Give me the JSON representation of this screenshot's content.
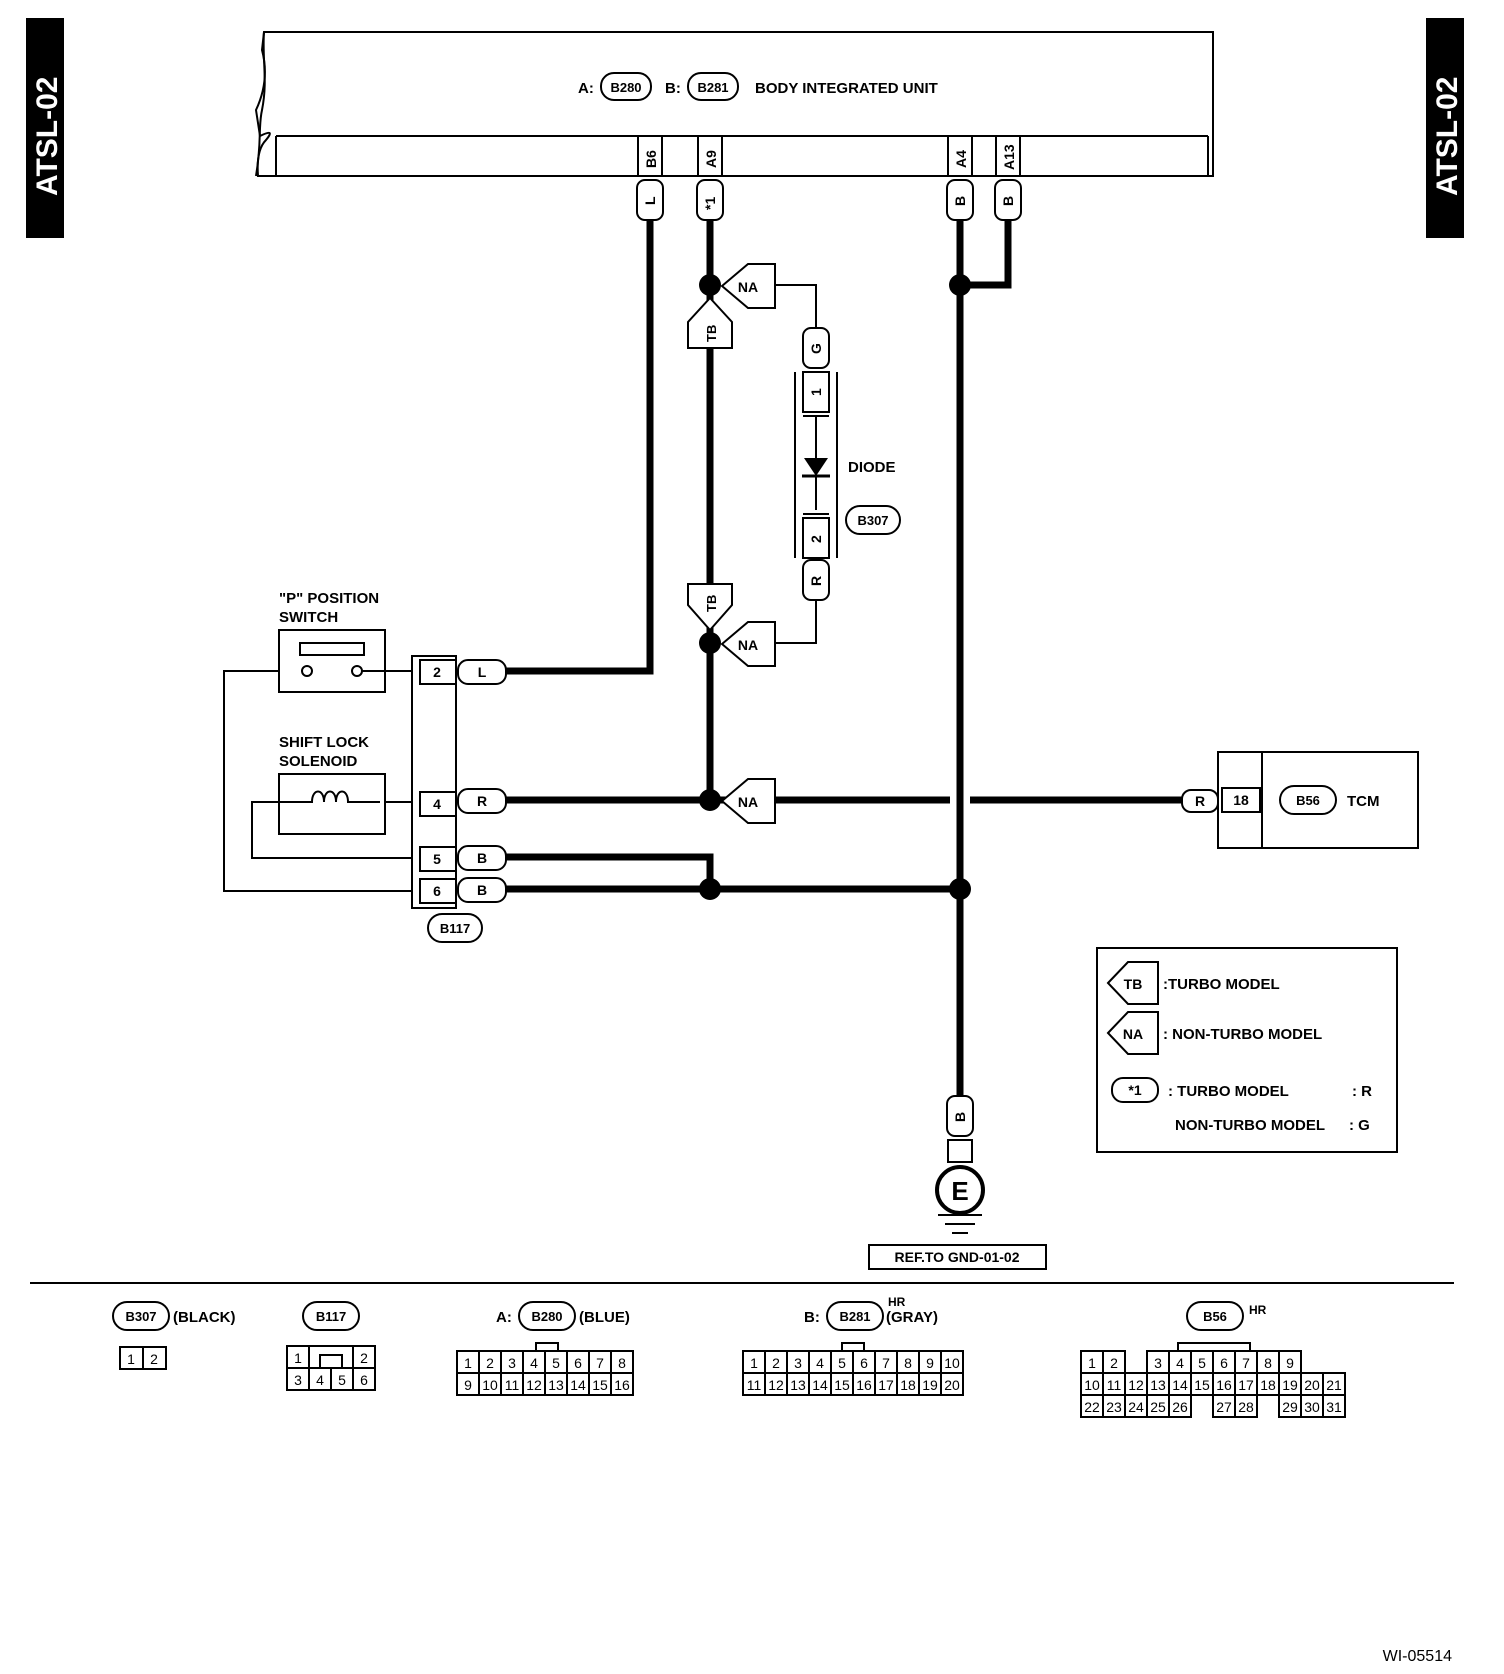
{
  "side_tab_left": "ATSL-02",
  "side_tab_right": "ATSL-02",
  "body_unit": {
    "prefix_a": "A:",
    "conn_a": "B280",
    "prefix_b": "B:",
    "conn_b": "B281",
    "label": "BODY INTEGRATED UNIT",
    "terminals": [
      "B6",
      "A9",
      "A4",
      "A13"
    ],
    "wire_codes": [
      "L",
      "*1",
      "B",
      "B"
    ]
  },
  "diode": {
    "label": "DIODE",
    "connector": "B307",
    "pin_top": "1",
    "pin_bottom": "2",
    "wire_top": "G",
    "wire_bottom": "R"
  },
  "flags": {
    "tb": "TB",
    "na": "NA"
  },
  "p_switch": {
    "line1": "\"P\" POSITION",
    "line2": "SWITCH"
  },
  "solenoid": {
    "line1": "SHIFT LOCK",
    "line2": "SOLENOID"
  },
  "b117": {
    "connector": "B117",
    "pins": [
      "2",
      "4",
      "5",
      "6"
    ],
    "wires": [
      "L",
      "R",
      "B",
      "B"
    ]
  },
  "tcm": {
    "pin": "18",
    "wire": "R",
    "connector": "B56",
    "label": "TCM"
  },
  "ground": {
    "wire": "B",
    "symbol": "E",
    "ref": "REF.TO GND-01-02"
  },
  "legend": {
    "tb_text": ":TURBO MODEL",
    "na_text": ": NON-TURBO MODEL",
    "star_symbol": "*1",
    "star_turbo": ": TURBO MODEL",
    "star_turbo_val": ": R",
    "star_nonturbo": "NON-TURBO MODEL",
    "star_nonturbo_val": ": G"
  },
  "connector_views": {
    "b307": {
      "name": "B307",
      "color": "(BLACK)",
      "pins": [
        "1",
        "2"
      ]
    },
    "b117": {
      "name": "B117",
      "pins_top": [
        "1",
        "2"
      ],
      "pins_bottom": [
        "3",
        "4",
        "5",
        "6"
      ]
    },
    "b280": {
      "prefix": "A:",
      "name": "B280",
      "color": "(BLUE)",
      "row1": [
        "1",
        "2",
        "3",
        "4",
        "5",
        "6",
        "7",
        "8"
      ],
      "row2": [
        "9",
        "10",
        "11",
        "12",
        "13",
        "14",
        "15",
        "16"
      ]
    },
    "b281": {
      "prefix": "B:",
      "name": "B281",
      "color": "(GRAY)",
      "sup": "HR",
      "row1": [
        "1",
        "2",
        "3",
        "4",
        "5",
        "6",
        "7",
        "8",
        "9",
        "10"
      ],
      "row2": [
        "11",
        "12",
        "13",
        "14",
        "15",
        "16",
        "17",
        "18",
        "19",
        "20"
      ]
    },
    "b56": {
      "name": "B56",
      "sup": "HR",
      "row1": [
        "1",
        "2",
        "",
        "3",
        "4",
        "5",
        "6",
        "7",
        "8",
        "9"
      ],
      "row2": [
        "10",
        "11",
        "12",
        "13",
        "14",
        "15",
        "16",
        "17",
        "18",
        "19",
        "20",
        "21"
      ],
      "row3": [
        "22",
        "23",
        "24",
        "25",
        "26",
        "",
        "27",
        "28",
        "",
        "29",
        "30",
        "31"
      ]
    }
  },
  "figure_code": "WI-05514"
}
